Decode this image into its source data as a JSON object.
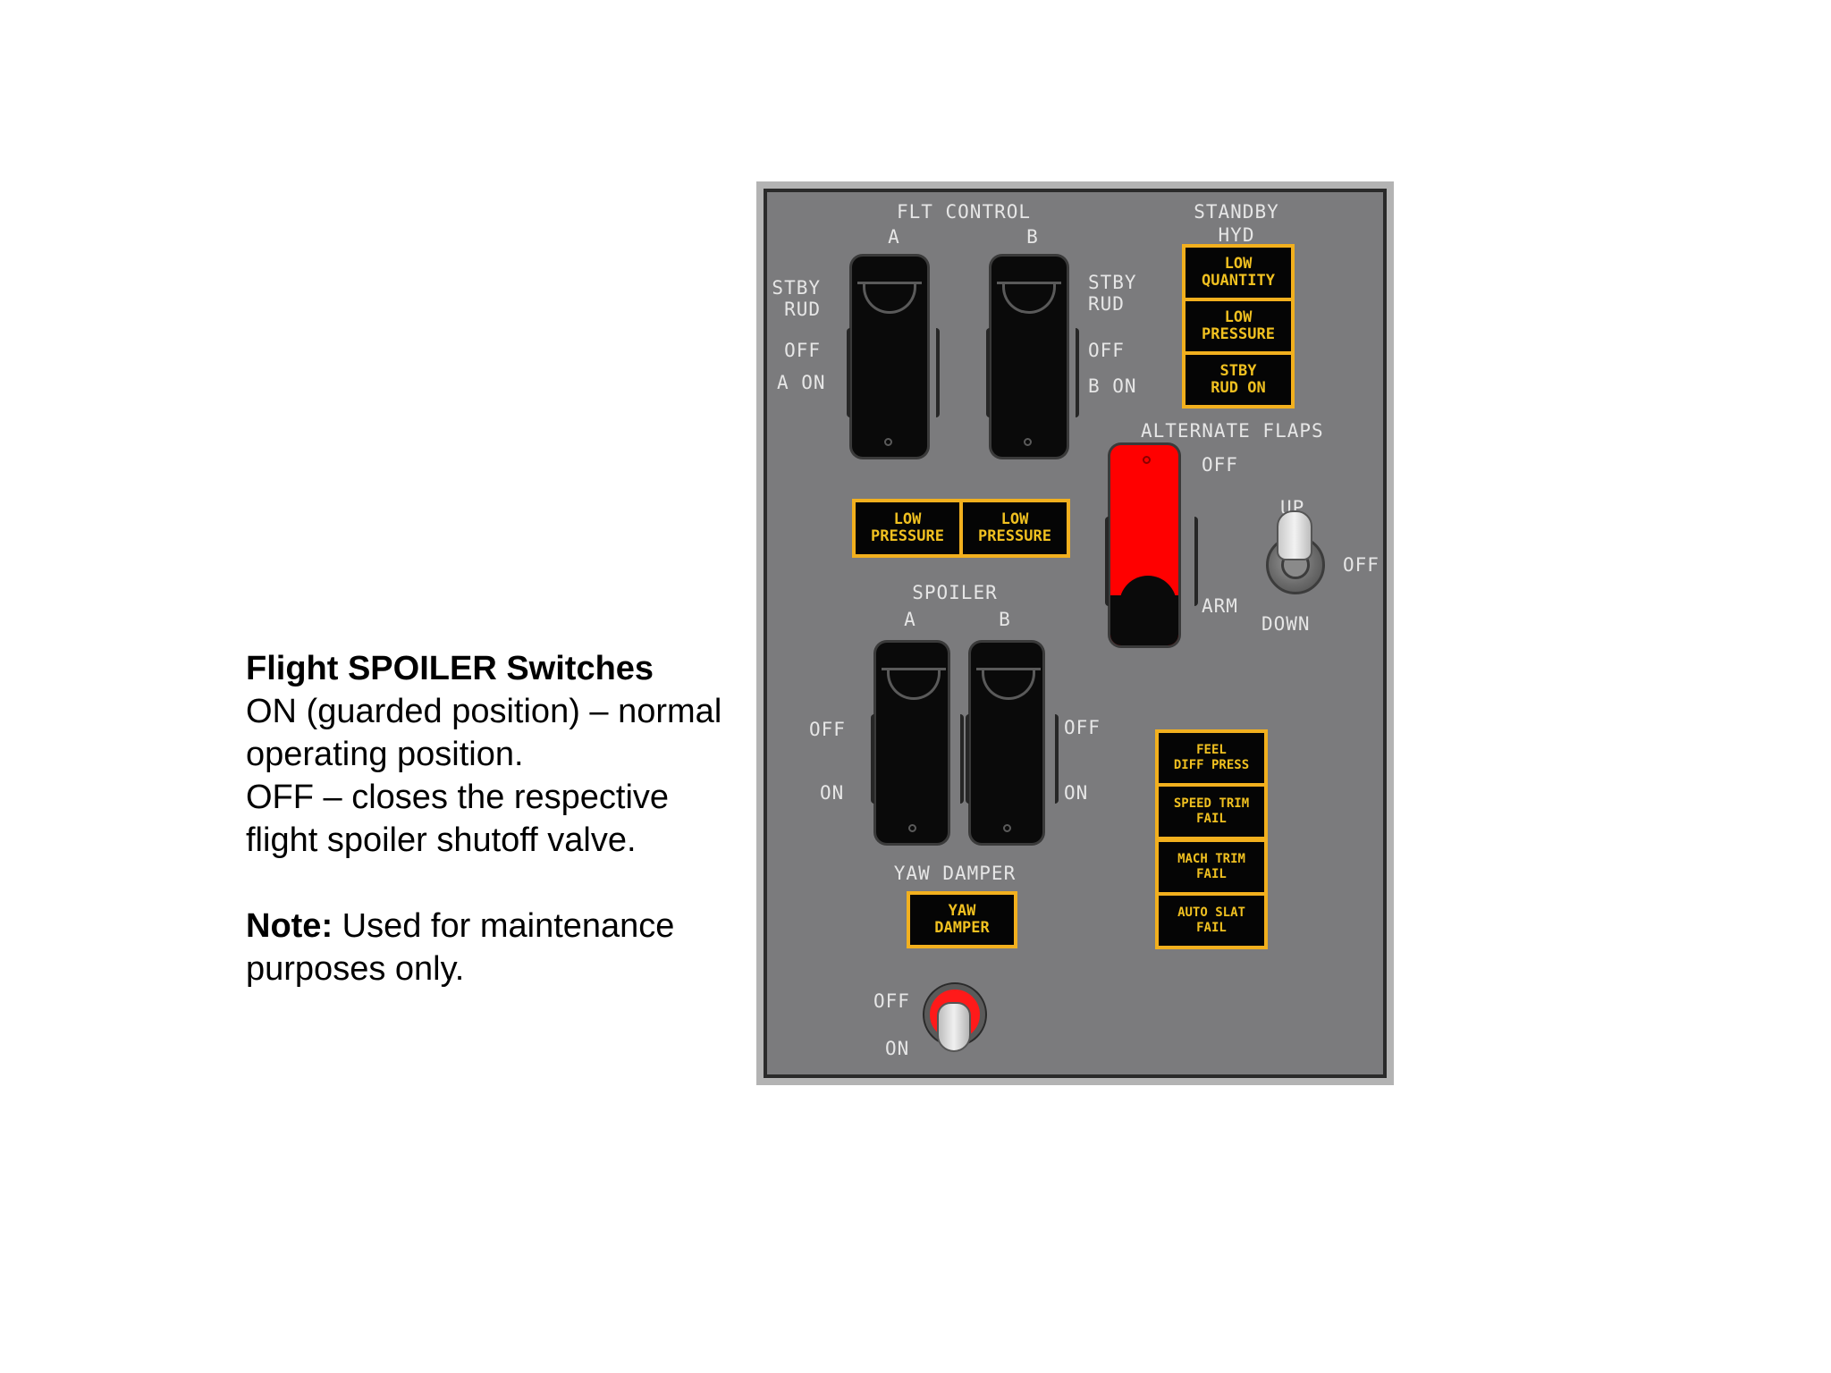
{
  "description": {
    "title": "Flight SPOILER Switches",
    "line1": "ON (guarded position) – normal",
    "line2": "operating position.",
    "line3": "OFF – closes the respective",
    "line4": "flight spoiler shutoff valve.",
    "note_label": "Note:",
    "note_line1": " Used for maintenance",
    "note_line2": "purposes only."
  },
  "flt_control": {
    "heading": "FLT CONTROL",
    "a": "A",
    "b": "B",
    "left_stby": "STBY",
    "left_rud": "RUD",
    "left_off": "OFF",
    "left_on": "A  ON",
    "right_stby": "STBY",
    "right_rud": "RUD",
    "right_off": "OFF",
    "right_on": "B  ON",
    "low_pressure_a": "LOW\nPRESSURE",
    "low_pressure_b": "LOW\nPRESSURE"
  },
  "standby_hyd": {
    "heading1": "STANDBY",
    "heading2": "HYD",
    "low_quantity": "LOW\nQUANTITY",
    "low_pressure": "LOW\nPRESSURE",
    "stby_rud_on": "STBY\nRUD ON"
  },
  "alternate_flaps": {
    "heading": "ALTERNATE  FLAPS",
    "off": "OFF",
    "arm": "ARM",
    "up": "UP",
    "toggle_off": "OFF",
    "down": "DOWN"
  },
  "spoiler": {
    "heading": "SPOILER",
    "a": "A",
    "b": "B",
    "left_off": "OFF",
    "left_on": "ON",
    "right_off": "OFF",
    "right_on": "ON"
  },
  "yaw_damper": {
    "heading": "YAW  DAMPER",
    "light": "YAW\nDAMPER",
    "off": "OFF",
    "on": "ON"
  },
  "warning_lights": {
    "feel_diff_press": "FEEL\nDIFF PRESS",
    "speed_trim_fail": "SPEED TRIM\nFAIL",
    "mach_trim_fail": "MACH TRIM\nFAIL",
    "auto_slat_fail": "AUTO SLAT\nFAIL"
  },
  "colors": {
    "panel": "#7b7b7d",
    "annunciator_border": "#f2b01e",
    "annunciator_text": "#f0c020",
    "guard_red": "#ff0000"
  }
}
